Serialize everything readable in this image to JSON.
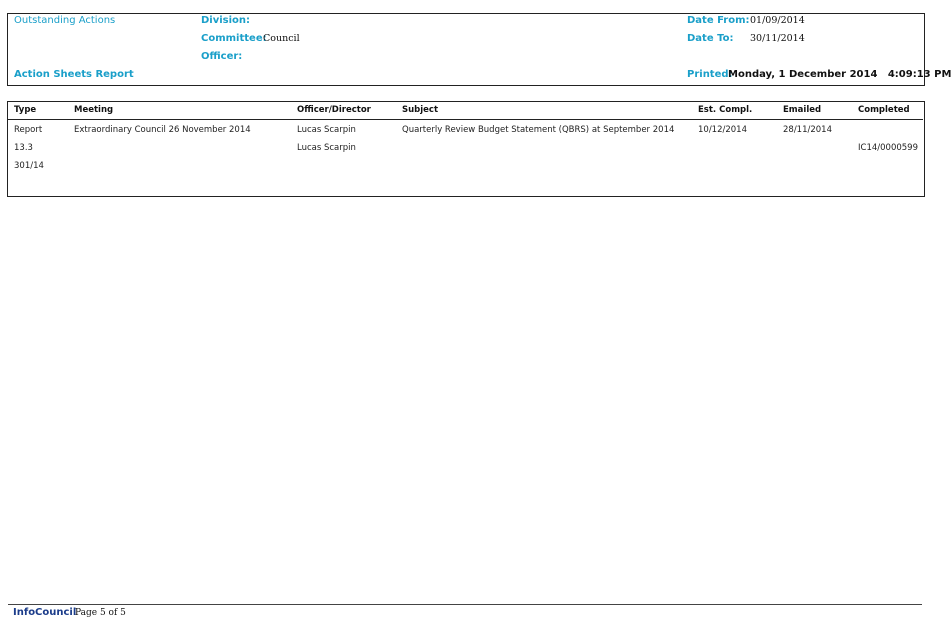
{
  "header": {
    "report_type": "Outstanding Actions",
    "division_label": "Division:",
    "committee_label": "Committee:",
    "committee_value": "Council",
    "officer_label": "Officer:",
    "report_title": "Action Sheets Report",
    "date_from_label": "Date From:",
    "date_from_value": "01/09/2014",
    "date_to_label": "Date To:",
    "date_to_value": "30/11/2014",
    "printed_label": "Printed:",
    "printed_value": "Monday, 1 December 2014   4:09:13 PM"
  },
  "table": {
    "columns": [
      "Type",
      "Meeting",
      "Officer/Director",
      "Subject",
      "Est. Compl.",
      "Emailed",
      "Completed"
    ],
    "rows": [
      {
        "type": "Report",
        "meeting": "Extraordinary Council 26 November 2014",
        "officer": "Lucas Scarpin",
        "subject": "Quarterly Review Budget Statement (QBRS) at September 2014",
        "est_compl": "10/12/2014",
        "emailed": "28/11/2014",
        "completed": ""
      },
      {
        "type": "13.3",
        "meeting": "",
        "officer": "Lucas Scarpin",
        "subject": "",
        "est_compl": "",
        "emailed": "",
        "completed": "IC14/0000599"
      },
      {
        "type": "301/14",
        "meeting": "",
        "officer": "",
        "subject": "",
        "est_compl": "",
        "emailed": "",
        "completed": ""
      }
    ]
  },
  "footer": {
    "brand": "InfoCouncil",
    "page": "Page 5 of 5"
  }
}
